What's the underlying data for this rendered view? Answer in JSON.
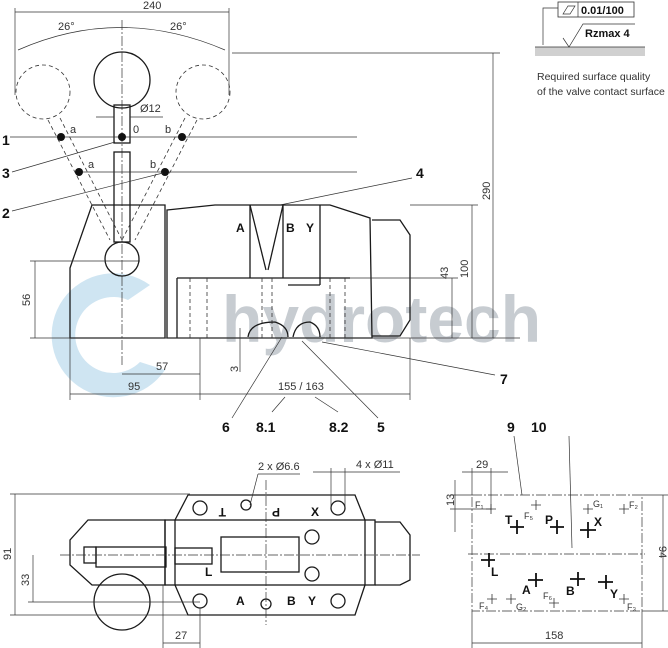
{
  "watermark": {
    "text": "hydrotech",
    "colors": {
      "text": "#9aa3ad",
      "swirl": "#9fcbe6"
    }
  },
  "front_view": {
    "dimensions": {
      "width_total": "240",
      "angle_left": "26°",
      "angle_right": "26°",
      "stem_diameter": "Ø12",
      "height_total": "290",
      "height_body": "100",
      "height_ports": "43",
      "height_pivot": "56",
      "small_gap": "3",
      "pivot_offset": "57",
      "left_length": "95",
      "body_length": "155 / 163"
    },
    "positions": {
      "a_upper": "a",
      "zero": "0",
      "b_upper": "b",
      "a_lower": "a",
      "b_lower": "b"
    },
    "ports": {
      "A": "A",
      "B": "B",
      "Y": "Y"
    },
    "callouts": [
      "1",
      "3",
      "2",
      "4",
      "7",
      "6",
      "8.1",
      "8.2",
      "5"
    ]
  },
  "surface_note": {
    "flatness": "0.01/100",
    "roughness": "Rzmax 4",
    "line1": "Required surface quality",
    "line2": "of the valve contact surface"
  },
  "top_view": {
    "dimensions": {
      "holes_small": "2 x Ø6.6",
      "holes_large": "4 x Ø11",
      "height": "91",
      "offset": "33",
      "left_offset": "27"
    },
    "ports": {
      "T": "T",
      "P": "P",
      "X": "X",
      "A": "A",
      "B": "B",
      "Y": "Y",
      "L": "L"
    }
  },
  "mounting_pattern": {
    "callouts": [
      "9",
      "10"
    ],
    "dimensions": {
      "x_offset": "29",
      "y_offset": "13",
      "height": "94",
      "width": "158"
    },
    "ports": {
      "T": "T",
      "P": "P",
      "X": "X",
      "L": "L",
      "A": "A",
      "B": "B",
      "Y": "Y"
    },
    "points": {
      "F1": "F₁",
      "F2": "F₂",
      "F3": "F₃",
      "F4": "F₄",
      "F5": "F₅",
      "F6": "F₆",
      "G1": "G₁",
      "G2": "G₂"
    }
  }
}
